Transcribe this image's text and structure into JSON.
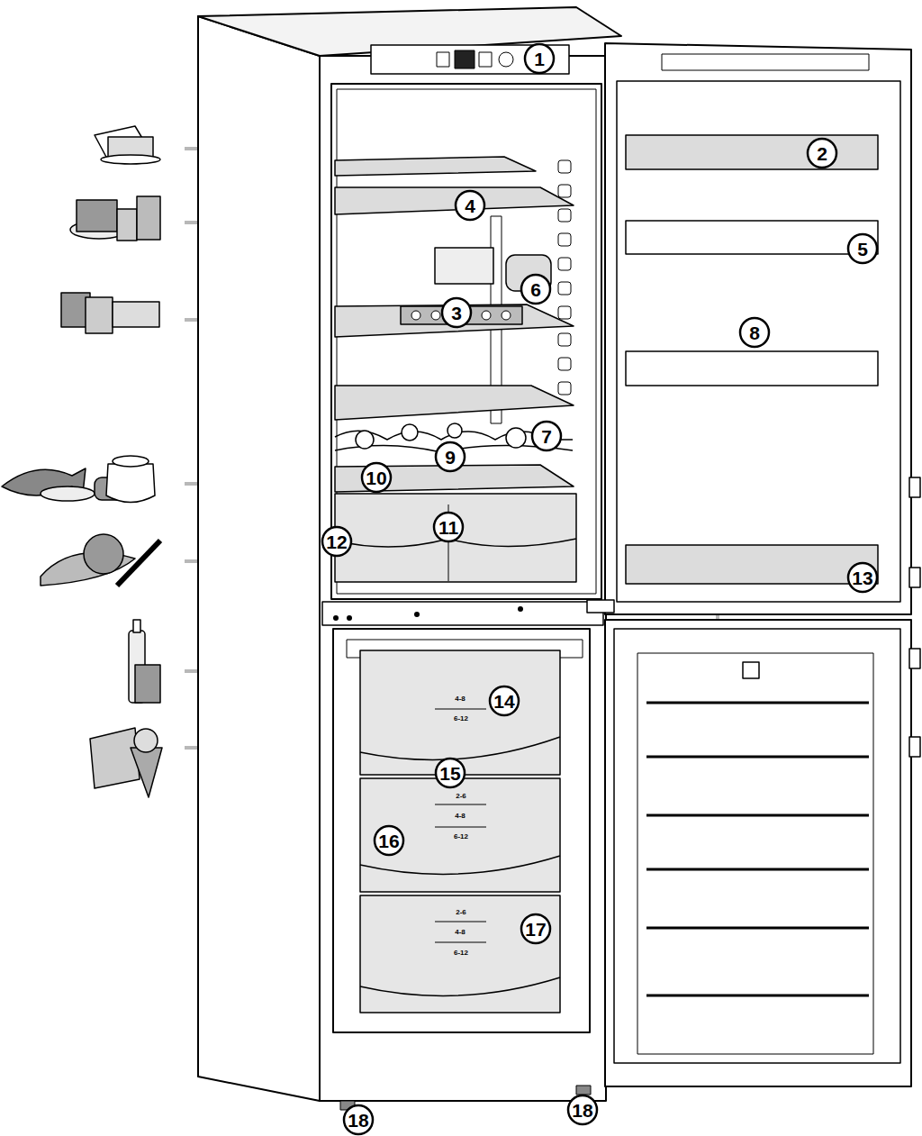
{
  "diagram": {
    "labels": [
      "1",
      "2",
      "3",
      "4",
      "5",
      "6",
      "7",
      "8",
      "9",
      "10",
      "11",
      "12",
      "13",
      "14",
      "15",
      "16",
      "17",
      "18",
      "18",
      "4-8",
      "6-12",
      "2-6",
      "4-8",
      "6-12",
      "2-6",
      "4-8",
      "6-12"
    ]
  }
}
